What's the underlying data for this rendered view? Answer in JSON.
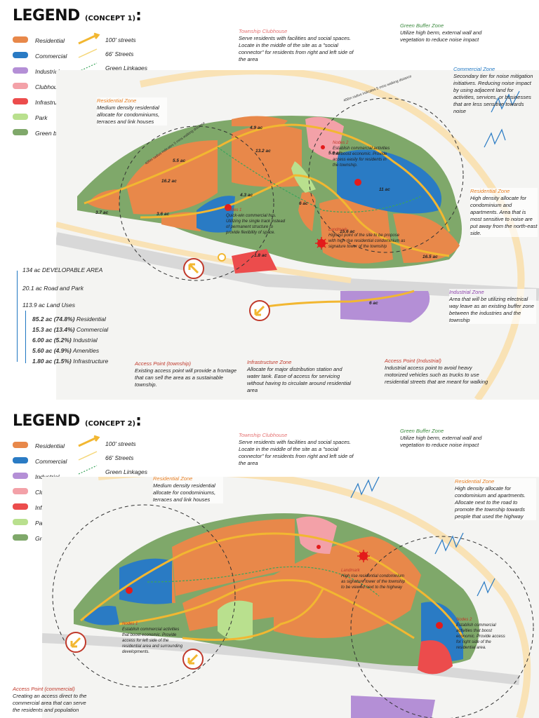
{
  "colors": {
    "residential": "#e8884a",
    "commercial": "#2a7bc4",
    "industrial": "#b48fd6",
    "clubhouse": "#f3a1a8",
    "infrastructure": "#ec4c4c",
    "park": "#b9e08e",
    "green_buffer": "#7fa86a",
    "street100": "#f2b731",
    "linkage": "#3ba55c"
  },
  "legend_items": [
    {
      "label": "Residential",
      "color": "#e8884a"
    },
    {
      "label": "Commercial",
      "color": "#2a7bc4"
    },
    {
      "label": "Industrial",
      "color": "#b48fd6"
    },
    {
      "label": "Clubhouse",
      "color": "#f3a1a8"
    },
    {
      "label": "Infrastructure",
      "color": "#ec4c4c"
    },
    {
      "label": "Park",
      "color": "#b9e08e"
    },
    {
      "label": "Green buffer",
      "color": "#7fa86a"
    }
  ],
  "line_items": {
    "street100": "100' streets",
    "street66": "66' Streets",
    "linkage": "Green Linkages"
  },
  "concept1": {
    "title": "LEGEND",
    "subtitle": "(CONCEPT 1)",
    "colon": ":",
    "clubhouse": {
      "heading": "Township Clubhouse",
      "body": "Serve residents with facilities and social spaces. Locate in the middle of the site as a \"social connector\" for residents from right and left side of the area"
    },
    "green_buffer": {
      "heading": "Green Buffer Zone",
      "body": "Utilize high berm, external wall and vegetation to reduce noise impact"
    },
    "commercial": {
      "heading": "Commercial Zone",
      "body": "Secondary tier for noise mitigation initiatives. Reducing noise impact by using adjacent land for activities, services, or businesses that are less sensitive towards noise"
    },
    "residential_left": {
      "heading": "Residential Zone",
      "body": "Medium density residential allocate for condominiums, terraces and link houses"
    },
    "residential_right": {
      "heading": "Residential Zone",
      "body": "High density allocate for condominium and apartments. Area that is most sensitive to noise are put away from the north-east side."
    },
    "industrial": {
      "heading": "Industrial Zone",
      "body": "Area that will be utilizing electrical way leave as an existing buffer zone between the industries and the township"
    },
    "access_township": {
      "heading": "Access Point (township)",
      "body": "Existing access point will provide a frontage that can sell the area as a sustainable township."
    },
    "infrastructure": {
      "heading": "Infrastructure Zone",
      "body": "Allocate for major distribution station and water tank. Ease of access for servicing without having to circulate around residential area"
    },
    "access_industrial": {
      "heading": "Access Point (Industrial)",
      "body": "Industrial access point to avoid heavy motorized vehicles such as trucks to use residential streets that are meant for walking"
    },
    "land_use": {
      "developable": "134 ac DEVELOPABLE AREA",
      "road_park": "20.1 ac Road and Park",
      "land_uses": "113.9 ac Land Uses",
      "items": [
        {
          "value": "85.2 ac (74.8%)",
          "label": "Residential"
        },
        {
          "value": "15.3 ac (13.4%)",
          "label": "Commercial"
        },
        {
          "value": "6.00 ac (5.2%)",
          "label": "Industrial"
        },
        {
          "value": "5.60 ac (4.9%)",
          "label": "Amenities"
        },
        {
          "value": "1.80 ac (1.5%)",
          "label": "Infrastructure"
        }
      ]
    },
    "map_labels": {
      "a49": "4.9 ac",
      "a132": "13.2 ac",
      "a55": "5.5 ac",
      "a162": "16.2 ac",
      "a43": "4.3 ac",
      "a37": "3.7 ac",
      "a36": "3.6 ac",
      "a56": "5.6 ac",
      "a11": "11 ac",
      "a6": "6 ac",
      "a156": "15.6 ac",
      "a165": "16.5 ac",
      "a18": "1.8 ac",
      "a6i": "6 ac"
    },
    "nodes1": {
      "heading": "Nodes 1",
      "body": "Quick-win commercial hus. Utilizing the single track instead of permanent structure to provide flexibility of space."
    },
    "nodes2": {
      "heading": "Nodes 2",
      "body": "Establish commercial activities that boost economic. Provide access easily for residents in the township."
    },
    "landmark": {
      "heading": "Landmark",
      "body": "Highest point of the site to be propose with high rise residential condominium as signature tower of the township"
    },
    "walk_label": "400m radius indicates 5 mins walking distance"
  },
  "concept2": {
    "title": "LEGEND",
    "subtitle": "(CONCEPT 2)",
    "colon": ":",
    "clubhouse": {
      "heading": "Township Clubhouse",
      "body": "Serve residents with facilities and social spaces. Locate in the middle of the site as a \"social connector\" for residents from right and left side of the area"
    },
    "green_buffer": {
      "heading": "Green Buffer Zone",
      "body": "Utilize high berm, external wall and vegetation to reduce noise impact"
    },
    "residential_left": {
      "heading": "Residential Zone",
      "body": "Medium density residential allocate for condominiums, terraces and link houses"
    },
    "residential_right": {
      "heading": "Residential Zone",
      "body": "High density allocate for condominium and apartments. Allocate next to the road to promote the township towards people that used the highway"
    },
    "landmark": {
      "heading": "Landmark",
      "body": "High rise residential condominium as signature tower of the township to be viewed next to the highway"
    },
    "nodes1": {
      "heading": "Nodes 1",
      "body": "Establish commercial activities that boost economic. Provide access for left side of the residential area and surrounding developments."
    },
    "nodes2": {
      "heading": "Nodes 2",
      "body": "Establish commercial activities that boost economic. Provide access for right side of the residential area."
    },
    "access_commercial": {
      "heading": "Access Point (commercial)",
      "body": "Creating an access direct to the commercial area that can serve the residents and population"
    }
  }
}
